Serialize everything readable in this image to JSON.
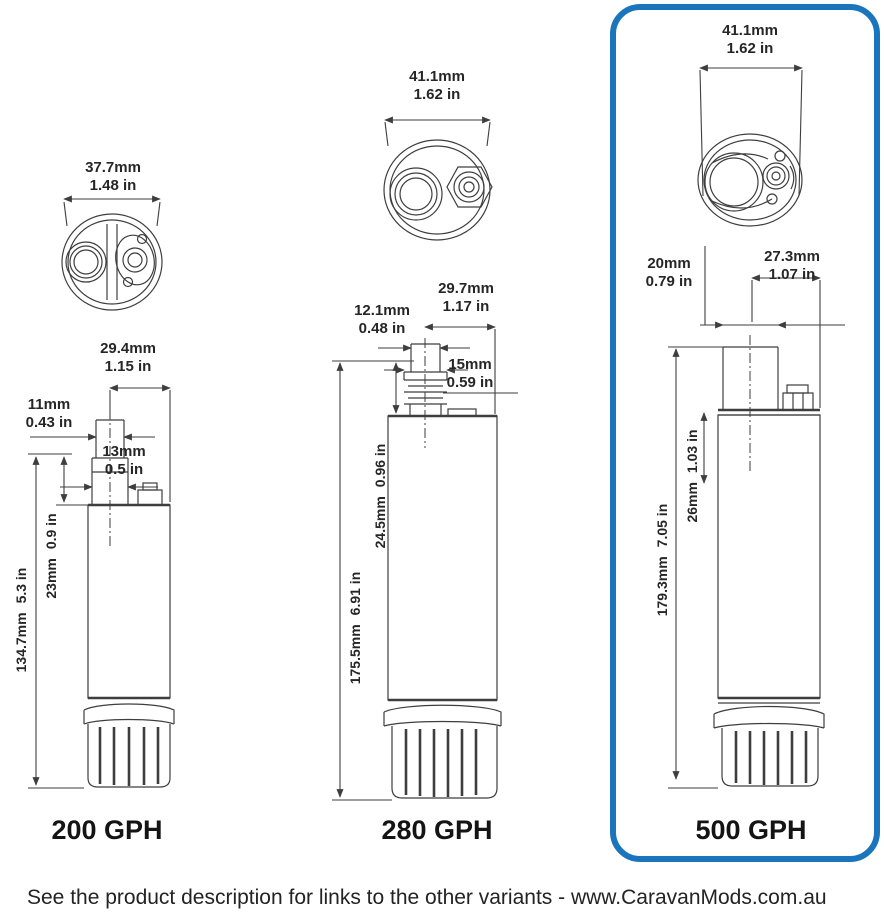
{
  "highlight_color": "#1b75bc",
  "footer": {
    "text": "See the product description for links to the other variants - www.CaravanMods.com.au"
  },
  "pumps": [
    {
      "label": "200 GPH",
      "top_view_width": {
        "mm": "37.7mm",
        "in": "1.48 in"
      },
      "dims": {
        "body_width": {
          "mm": "29.4mm",
          "in": "1.15 in"
        },
        "outlet_od": {
          "mm": "11mm",
          "in": "0.43 in"
        },
        "collar_od": {
          "mm": "13mm",
          "in": "0.5 in"
        },
        "total_height": {
          "mm": "134.7mm",
          "in": "5.3 in"
        },
        "outlet_height": {
          "mm": "23mm",
          "in": "0.9 in"
        }
      }
    },
    {
      "label": "280 GPH",
      "top_view_width": {
        "mm": "41.1mm",
        "in": "1.62 in"
      },
      "dims": {
        "body_width": {
          "mm": "29.7mm",
          "in": "1.17 in"
        },
        "outlet_od": {
          "mm": "12.1mm",
          "in": "0.48 in"
        },
        "barb_od": {
          "mm": "15mm",
          "in": "0.59 in"
        },
        "total_height": {
          "mm": "175.5mm",
          "in": "6.91 in"
        },
        "outlet_height": {
          "mm": "24.5mm",
          "in": "0.96 in"
        }
      }
    },
    {
      "label": "500 GPH",
      "highlighted": true,
      "top_view_width": {
        "mm": "41.1mm",
        "in": "1.62 in"
      },
      "dims": {
        "body_width": {
          "mm": "27.3mm",
          "in": "1.07 in"
        },
        "outlet_od": {
          "mm": "20mm",
          "in": "0.79 in"
        },
        "total_height": {
          "mm": "179.3mm",
          "in": "7.05 in"
        },
        "outlet_height": {
          "mm": "26mm",
          "in": "1.03 in"
        }
      }
    }
  ]
}
